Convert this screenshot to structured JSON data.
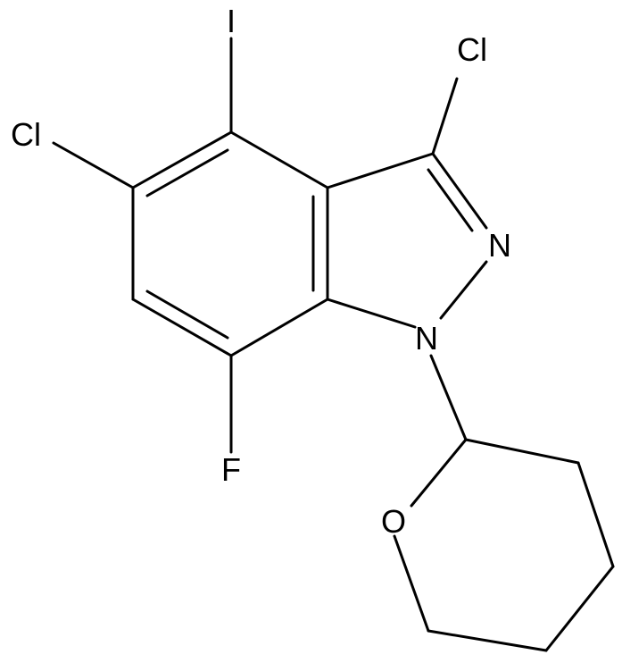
{
  "structure": {
    "atoms": {
      "iodine": "I",
      "chlorine_5": "Cl",
      "chlorine_3": "Cl",
      "nitrogen_2": "N",
      "nitrogen_1": "N",
      "fluorine": "F",
      "oxygen": "O"
    }
  },
  "colors": {
    "bond": "#000000",
    "label": "#000000",
    "background": "#ffffff"
  }
}
